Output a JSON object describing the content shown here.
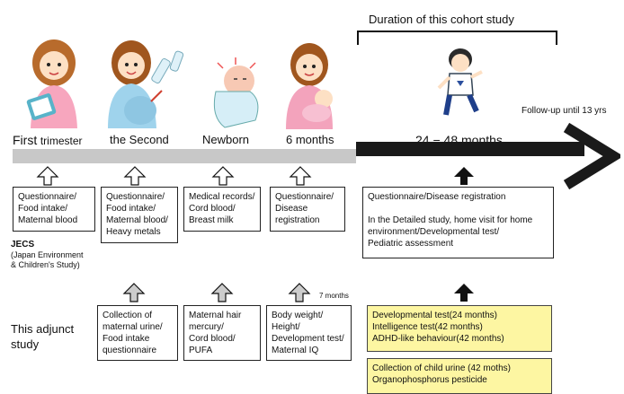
{
  "title": "Duration of this cohort study",
  "follow_up": "Follow-up until 13 yrs",
  "stages": [
    "First",
    "trimester",
    "the Second",
    "Newborn",
    "6 months",
    "24 − 48 months"
  ],
  "jecs_boxes": [
    "Questionnaire/\nFood intake/\nMaternal blood",
    "Questionnaire/\nFood intake/\nMaternal blood/\nHeavy metals",
    "Medical records/\nCord blood/\nBreast milk",
    "Questionnaire/\nDisease\nregistration",
    "Questionnaire/Disease registration\n\nIn the Detailed study, home visit for home environment/Developmental test/\nPediatric assessment"
  ],
  "jecs_label": "JECS",
  "jecs_sub": "(Japan Environment\n& Children's Study)",
  "adjunct_label": "This adjunct\nstudy",
  "seven_months": "7 months",
  "adjunct_boxes": [
    "Collection of\nmaternal urine/\nFood intake\nquestionnaire",
    "Maternal hair\nmercury/\nCord blood/\nPUFA",
    "Body weight/\nHeight/\nDevelopment test/\nMaternal IQ"
  ],
  "yellow_boxes": [
    "Developmental test(24 months)\nIntelligence test(42 months)\nADHD-like behaviour(42 months)",
    "Collection of child urine (42 moths)\nOrganophosphorus pesticide"
  ],
  "colors": {
    "timeline_gray": "#c8c8c8",
    "timeline_black": "#1a1a1a",
    "highlight": "#fdf6a2"
  }
}
